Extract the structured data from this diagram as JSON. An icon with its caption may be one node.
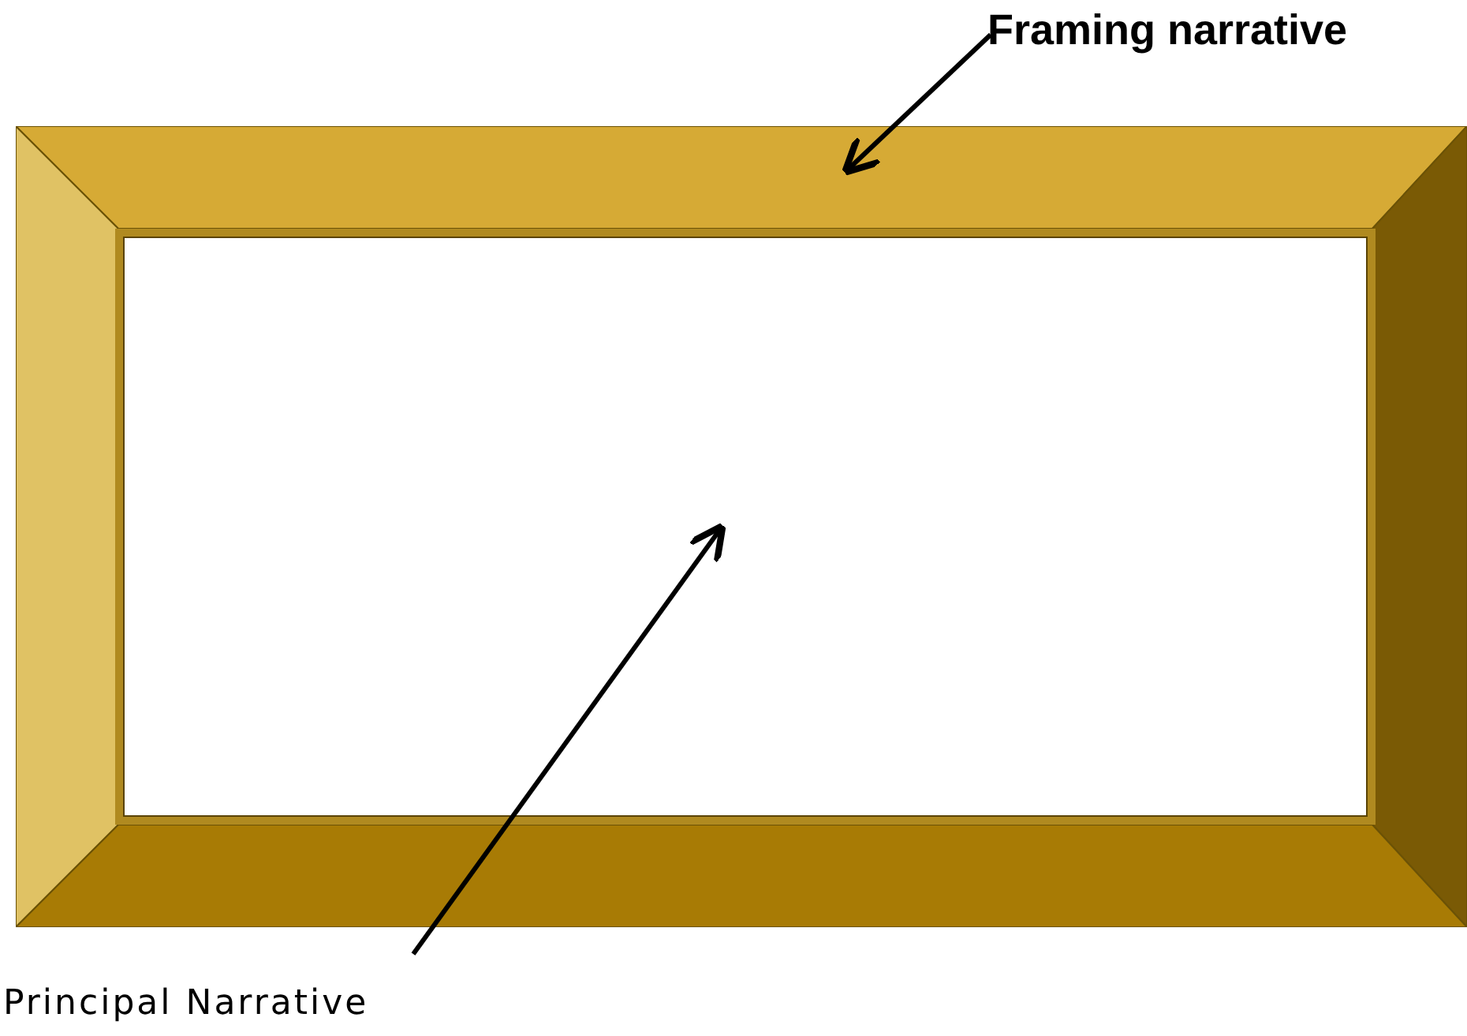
{
  "diagram": {
    "nodes": [
      {
        "text": [
          "Framing narrative"
        ]
      },
      {
        "text": [],
        "shape": "box"
      },
      {
        "text": [],
        "shape": "box",
        "in": 1
      },
      {
        "text": [
          "Principal Narrative"
        ]
      }
    ],
    "edges": [
      {
        "from": 0,
        "to": 1,
        "arrow": "to"
      },
      {
        "from": 3,
        "to": 2,
        "arrow": "to"
      }
    ]
  }
}
